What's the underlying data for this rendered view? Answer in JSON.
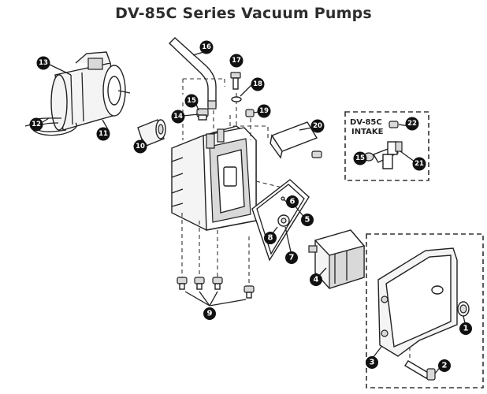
{
  "title": "DV-85C Series Vacuum Pumps",
  "inset_label_line1": "DV-85C",
  "inset_label_line2": "INTAKE",
  "callouts": {
    "c1": "1",
    "c2": "2",
    "c3": "3",
    "c4": "4",
    "c5": "5",
    "c6": "6",
    "c7": "7",
    "c8": "8",
    "c9": "9",
    "c10": "10",
    "c11": "11",
    "c12": "12",
    "c13": "13",
    "c14": "14",
    "c15": "15",
    "c15b": "15",
    "c16": "16",
    "c17": "17",
    "c18": "18",
    "c19": "19",
    "c20": "20",
    "c21": "21",
    "c22": "22"
  }
}
